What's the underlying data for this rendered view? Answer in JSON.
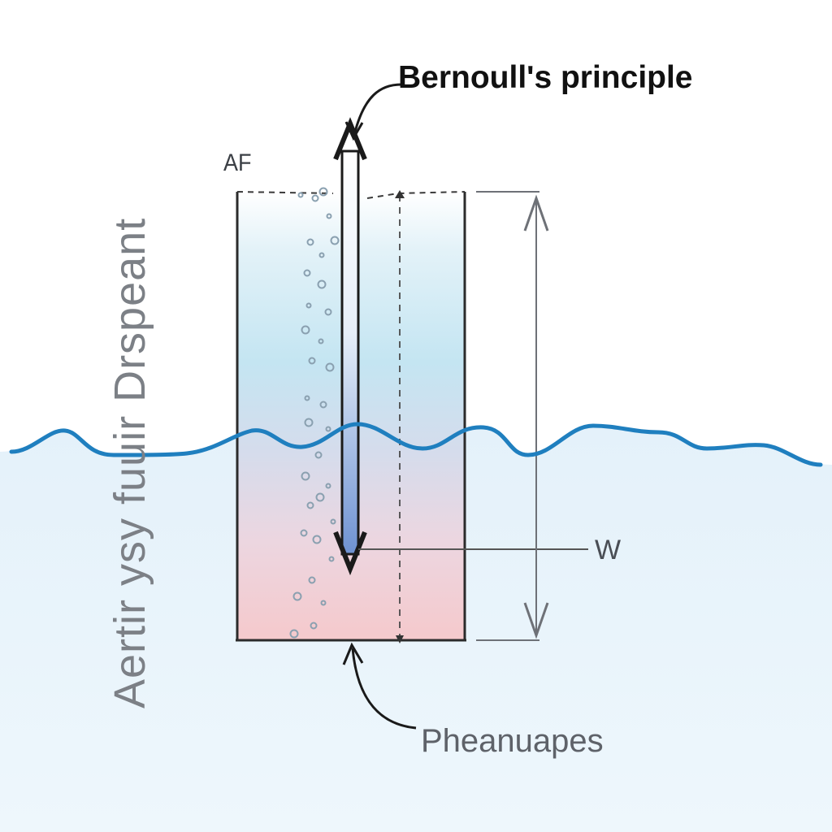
{
  "diagram": {
    "title": "Bernoull's principle",
    "top_left_label": "AF",
    "side_label": "W",
    "bottom_label": "Pheanuapes",
    "vertical_text": "Aertir ysy fuuir Drspeant"
  },
  "colors": {
    "water_line": "#1f7fbf",
    "water_fill": "#e9f4fb",
    "column_top": "#c4e5f2",
    "column_bottom": "#f5c9cc",
    "arrow_fill": "#7d9fd6",
    "text_dark": "#111111",
    "text_gray": "#5e6269",
    "dimension_gray": "#6e7177"
  }
}
